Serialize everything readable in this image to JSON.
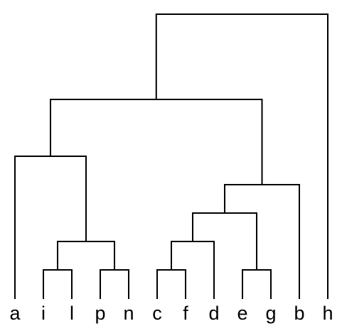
{
  "diagram": {
    "type": "dendrogram",
    "leaves": [
      "a",
      "i",
      "l",
      "p",
      "n",
      "c",
      "f",
      "d",
      "e",
      "g",
      "b",
      "h"
    ],
    "clusters": [
      {
        "id": "m_il",
        "children": [
          "i",
          "l"
        ],
        "height": 1
      },
      {
        "id": "m_pn",
        "children": [
          "p",
          "n"
        ],
        "height": 1
      },
      {
        "id": "m_cf",
        "children": [
          "c",
          "f"
        ],
        "height": 1
      },
      {
        "id": "m_eg",
        "children": [
          "e",
          "g"
        ],
        "height": 1
      },
      {
        "id": "m_ilpn",
        "children": [
          "m_il",
          "m_pn"
        ],
        "height": 2
      },
      {
        "id": "m_cfd",
        "children": [
          "m_cf",
          "d"
        ],
        "height": 2
      },
      {
        "id": "m_cfdeg",
        "children": [
          "m_cfd",
          "m_eg"
        ],
        "height": 3
      },
      {
        "id": "m_cfdegb",
        "children": [
          "m_cfdeg",
          "b"
        ],
        "height": 4
      },
      {
        "id": "m_ailpn",
        "children": [
          "a",
          "m_ilpn"
        ],
        "height": 5
      },
      {
        "id": "m_all12",
        "children": [
          "m_ailpn",
          "m_cfdegb"
        ],
        "height": 7
      },
      {
        "id": "m_root",
        "children": [
          "m_all12",
          "h"
        ],
        "height": 10
      }
    ]
  }
}
